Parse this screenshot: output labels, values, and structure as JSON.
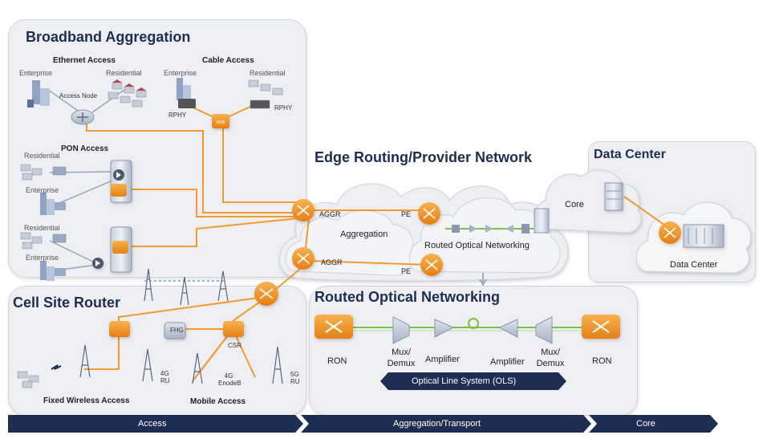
{
  "broadband": {
    "title": "Broadband Aggregation",
    "ethernet_access": "Ethernet Access",
    "cable_access": "Cable Access",
    "pon_access": "PON Access",
    "access_node": "Access Node",
    "enterprise": "Enterprise",
    "residential": "Residential",
    "rphy": "RPHY"
  },
  "cell_site": {
    "title": "Cell Site Router",
    "fhg": "FHG",
    "csr": "CSR",
    "ru_4g": "4G RU",
    "enodeb_4g": "4G EnodeB",
    "ru_5g": "5G RU",
    "fixed_wireless": "Fixed Wireless Access",
    "mobile_access": "Mobile Access"
  },
  "edge": {
    "title": "Edge Routing/Provider Network",
    "aggr": "AGGR",
    "pe": "PE",
    "aggregation": "Aggregation",
    "routed_optical": "Routed Optical Networking",
    "core": "Core"
  },
  "data_center": {
    "title": "Data Center",
    "label": "Data Center"
  },
  "ron": {
    "title": "Routed Optical Networking",
    "ron": "RON",
    "mux": "Mux/ Demux",
    "amplifier": "Amplifier",
    "ols": "Optical Line System (OLS)"
  },
  "bottom_bar": {
    "access": "Access",
    "aggregation": "Aggregation/Transport",
    "core": "Core"
  },
  "colors": {
    "navy": "#1e2d52",
    "orange": "#f29a2e",
    "panel": "#eeeff3",
    "green": "#7cc242"
  }
}
